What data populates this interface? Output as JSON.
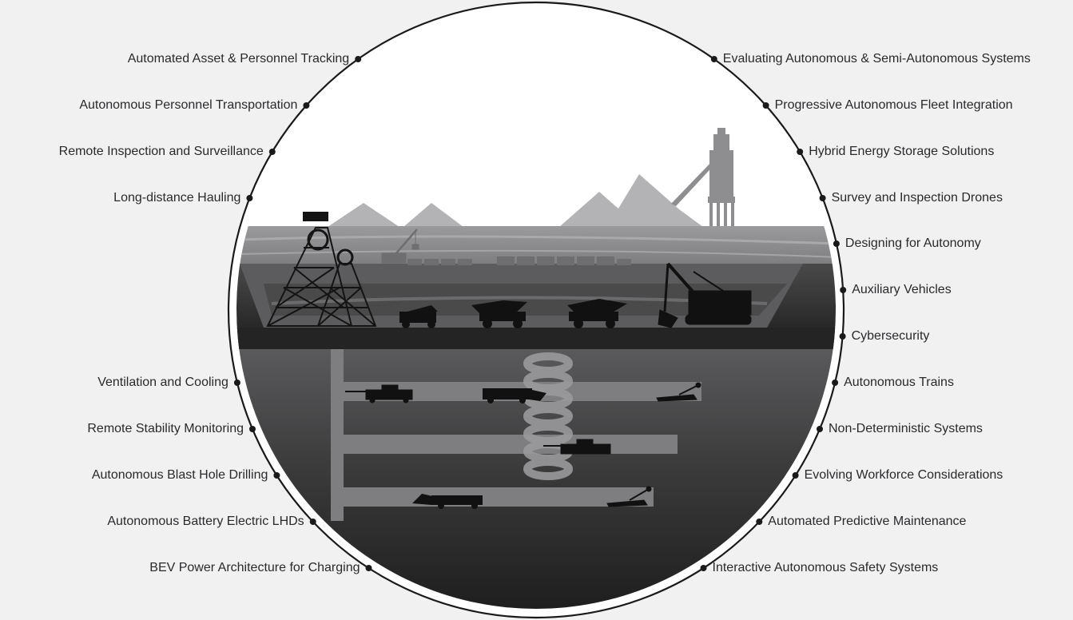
{
  "diagram": {
    "left_topics": [
      "Automated Asset & Personnel Tracking",
      "Autonomous Personnel Transportation",
      "Remote Inspection and Surveillance",
      "Long-distance Hauling",
      "Ventilation and Cooling",
      "Remote Stability Monitoring",
      "Autonomous Blast Hole Drilling",
      "Autonomous Battery Electric LHDs",
      "BEV Power Architecture for Charging"
    ],
    "right_topics": [
      "Evaluating Autonomous & Semi-Autonomous Systems",
      "Progressive Autonomous Fleet Integration",
      "Hybrid Energy Storage Solutions",
      "Survey and Inspection Drones",
      "Designing for Autonomy",
      "Auxiliary Vehicles",
      "Cybersecurity",
      "Autonomous Trains",
      "Non-Deterministic Systems",
      "Evolving Workforce Considerations",
      "Automated Predictive Maintenance",
      "Interactive Autonomous Safety Systems"
    ],
    "colors": {
      "background": "#f1f1f2",
      "ring": "#1a1a1a",
      "text": "#2a2a2c",
      "sky": "#ffffff",
      "mountains": "#b3b3b5",
      "surface_ground": "#8f8f91",
      "pit_dark": "#1e1e1e",
      "underground": "#3a3a3a",
      "tunnel": "#8a8a8c",
      "equipment": "#111111"
    },
    "icons": [
      "headframe-icon",
      "headframe-icon",
      "dragline-icon",
      "train-icon",
      "train-icon",
      "haul-truck-icon",
      "haul-truck-icon",
      "haul-truck-icon",
      "shovel-excavator-icon",
      "processing-plant-icon",
      "drill-rig-icon",
      "drill-rig-icon",
      "lhd-loader-icon",
      "lhd-loader-icon",
      "continuous-miner-icon",
      "continuous-miner-icon",
      "ventilation-spiral-icon"
    ]
  }
}
